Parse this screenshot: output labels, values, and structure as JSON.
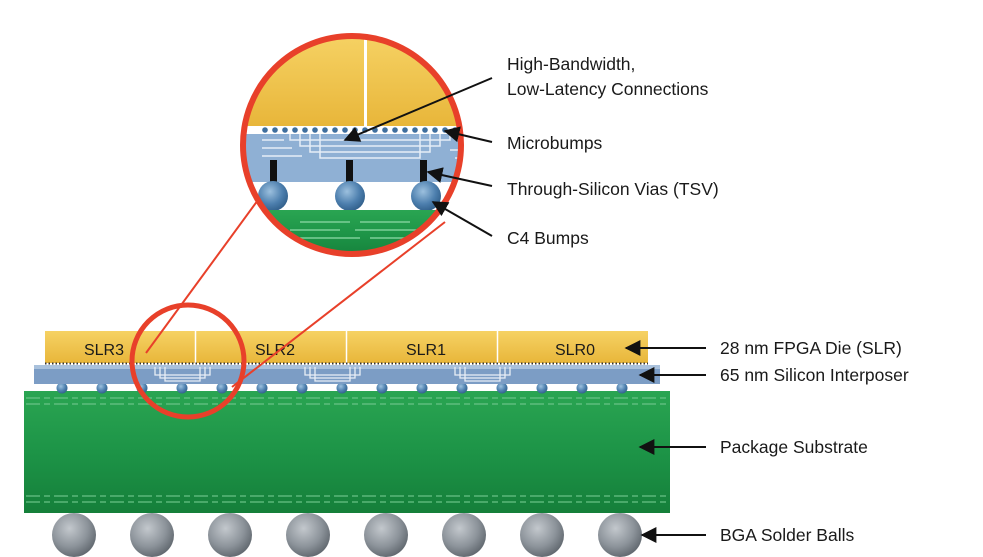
{
  "dies": [
    "SLR3",
    "SLR2",
    "SLR1",
    "SLR0"
  ],
  "zoom_labels": {
    "connections_line1": "High-Bandwidth,",
    "connections_line2": "Low-Latency Connections",
    "microbumps": "Microbumps",
    "tsv": "Through-Silicon Vias (TSV)",
    "c4": "C4 Bumps"
  },
  "stack_labels": {
    "fpga_die": "28 nm FPGA Die (SLR)",
    "interposer": "65 nm Silicon Interposer",
    "substrate": "Package Substrate",
    "bga": "BGA Solder Balls"
  },
  "colors": {
    "die": "#f0c040",
    "interposer": "#7a9cc6",
    "substrate": "#1f9a4a",
    "ball": "#8e959c",
    "zoom_ring": "#e8402a"
  }
}
